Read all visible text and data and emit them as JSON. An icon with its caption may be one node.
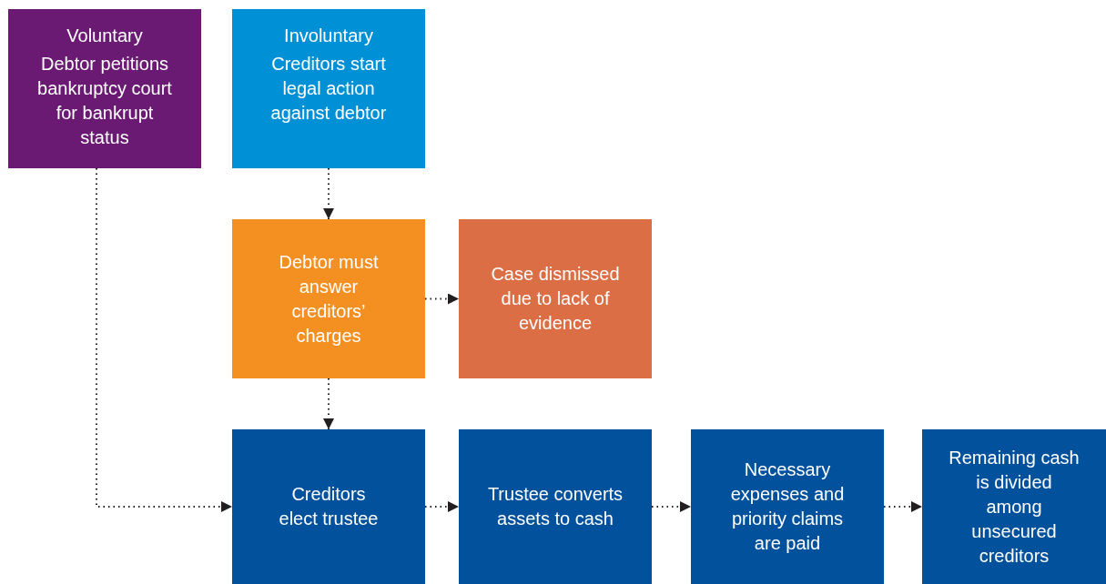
{
  "diagram": {
    "nodes": [
      {
        "text": [
          "Voluntary",
          "Debtor petitions bankruptcy court for bankrupt status"
        ]
      },
      {
        "text": [
          "Involuntary",
          "Creditors start legal action against debtor"
        ]
      },
      {
        "text": [
          "Debtor must answer creditors’ charges"
        ]
      },
      {
        "text": [
          "Case dismissed due to lack of evidence"
        ]
      },
      {
        "text": [
          "Creditors elect trustee"
        ]
      },
      {
        "text": [
          "Trustee converts assets to cash"
        ]
      },
      {
        "text": [
          "Necessary expenses and priority claims are paid"
        ]
      },
      {
        "text": [
          "Remaining cash is divided among unsecured creditors"
        ]
      }
    ],
    "edges": [
      {
        "from": 1,
        "to": 2,
        "arrow": "to"
      },
      {
        "from": 2,
        "to": 3,
        "arrow": "to"
      },
      {
        "from": 2,
        "to": 4,
        "arrow": "to"
      },
      {
        "from": 0,
        "to": 4,
        "arrow": "to"
      },
      {
        "from": 4,
        "to": 5,
        "arrow": "to"
      },
      {
        "from": 5,
        "to": 6,
        "arrow": "to"
      },
      {
        "from": 6,
        "to": 7,
        "arrow": "to"
      }
    ]
  }
}
